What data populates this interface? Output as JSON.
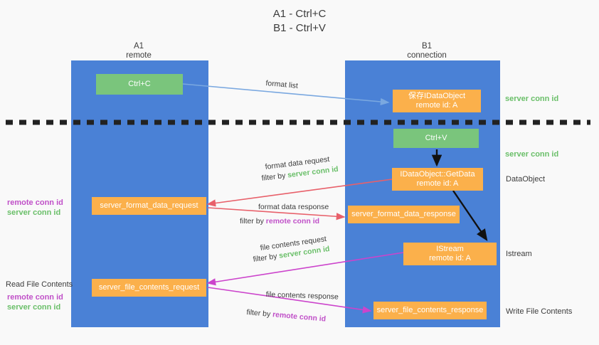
{
  "title": {
    "line1": "A1 - Ctrl+C",
    "line2": "B1 - Ctrl+V"
  },
  "colors": {
    "background": "#f9f9f9",
    "lane": "#4a81d6",
    "green_node": "#7ac57c",
    "orange_node": "#fbb04b",
    "server_conn": "#6abf69",
    "remote_conn": "#c050c8",
    "arrow_blue": "#7aa8e0",
    "arrow_red": "#e8606a",
    "arrow_magenta": "#cc44cc",
    "arrow_black": "#111111",
    "text": "#3c3c3c"
  },
  "columns": [
    {
      "name": "A1",
      "subtitle": "remote"
    },
    {
      "name": "B1",
      "subtitle": "connection"
    }
  ],
  "nodes": [
    {
      "id": "ctrl-c",
      "lane": "A1",
      "type": "green",
      "line1": "Ctrl+C",
      "line2": ""
    },
    {
      "id": "save-idataobject",
      "lane": "B1",
      "type": "orange",
      "line1": "保存IDataObject",
      "line2": "remote id: A"
    },
    {
      "id": "ctrl-v",
      "lane": "B1",
      "type": "green",
      "line1": "Ctrl+V",
      "line2": ""
    },
    {
      "id": "idataobject-getdata",
      "lane": "B1",
      "type": "orange",
      "line1": "IDataObject::GetData",
      "line2": "remote id: A"
    },
    {
      "id": "server-format-data-request",
      "lane": "A1",
      "type": "orange",
      "line1": "server_format_data_request",
      "line2": ""
    },
    {
      "id": "server-format-data-response",
      "lane": "B1",
      "type": "orange",
      "line1": "server_format_data_response",
      "line2": ""
    },
    {
      "id": "istream",
      "lane": "B1",
      "type": "orange",
      "line1": "IStream",
      "line2": "remote id: A"
    },
    {
      "id": "server-file-contents-request",
      "lane": "A1",
      "type": "orange",
      "line1": "server_file_contents_request",
      "line2": ""
    },
    {
      "id": "server-file-contents-response",
      "lane": "B1",
      "type": "orange",
      "line1": "server_file_contents_response",
      "line2": ""
    }
  ],
  "edge_labels": {
    "format_list": "format list",
    "format_data_request": "format data request",
    "format_data_request_filter_prefix": "filter by ",
    "format_data_request_filter_token": "server conn id",
    "format_data_response": "format data response",
    "format_data_response_filter_prefix": "filter by ",
    "format_data_response_filter_token": "remote conn id",
    "file_contents_request": "file contents request",
    "file_contents_request_filter_prefix": "filter by ",
    "file_contents_request_filter_token": "server conn id",
    "file_contents_response": "file contents response",
    "file_contents_response_filter_prefix": "filter by ",
    "file_contents_response_filter_token": "remote conn id"
  },
  "right_labels": [
    {
      "id": "server-conn-id-top",
      "text": "server conn id",
      "style": "server"
    },
    {
      "id": "server-conn-id-mid",
      "text": "server conn id",
      "style": "server"
    },
    {
      "id": "dataobject",
      "text": "DataObject",
      "style": "plain"
    },
    {
      "id": "istream-label",
      "text": "Istream",
      "style": "plain"
    },
    {
      "id": "write-file-contents",
      "text": "Write File Contents",
      "style": "plain"
    }
  ],
  "left_labels": {
    "group1": {
      "remote": "remote conn id",
      "server": "server conn id"
    },
    "read_file_contents": "Read File Contents",
    "group2": {
      "remote": "remote conn id",
      "server": "server conn id"
    }
  }
}
